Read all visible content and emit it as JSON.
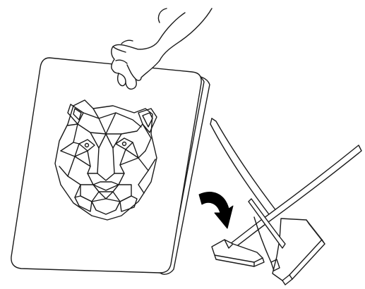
{
  "illustration": {
    "subjects": [
      "board-with-bear-engraving",
      "hand-holding-board",
      "curved-arrow",
      "display-stand"
    ],
    "colors": {
      "ink": "#1a1a1a",
      "background": "#ffffff",
      "arrow": "#000000"
    },
    "icons": {
      "arrow": "curved-arrow-down-icon",
      "bear": "geometric-bear-icon",
      "hand": "hand-icon",
      "stand": "stand-icon"
    }
  }
}
